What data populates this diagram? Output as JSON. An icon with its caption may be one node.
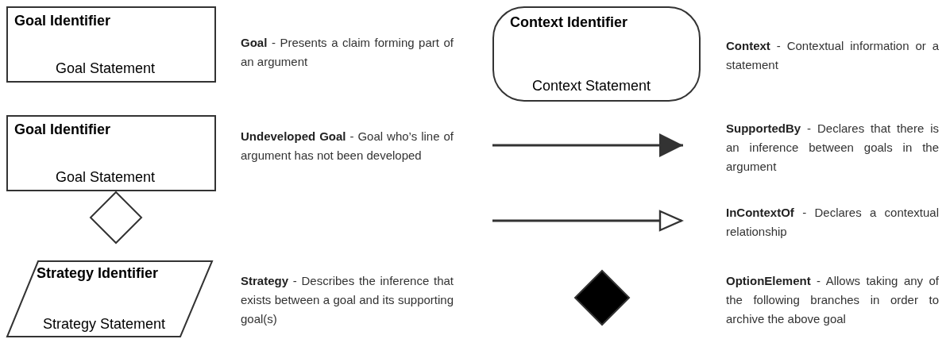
{
  "diagram": {
    "nodes": [
      {
        "text": [
          "Goal Identifier",
          "Goal Statement"
        ]
      },
      {
        "text": [
          "Context Identifier",
          "Context Statement"
        ]
      },
      {
        "text": [
          "Goal Identifier",
          "Goal Statement"
        ]
      },
      {
        "text": [],
        "shape": "diamond"
      },
      {
        "text": [
          "Strategy Identifier",
          "Strategy Statement"
        ]
      },
      {
        "text": [],
        "shape": "diamond"
      }
    ],
    "labels": [
      "**Goal** - Presents a claim forming part of an argument",
      "**Context** - Contextual information or a statement",
      "**Undeveloped Goal** - Goal who’s line of argument has not been developed",
      "**SupportedBy** - Declares that there is an inference between goals in the argument",
      "**InContextOf** - Declares a contextual relationship",
      "**Strategy** - Describes the inference that exists between a goal and its supporting goal(s)",
      "**OptionElement** - Allows taking any of the following branches in order to archive the above goal"
    ]
  }
}
